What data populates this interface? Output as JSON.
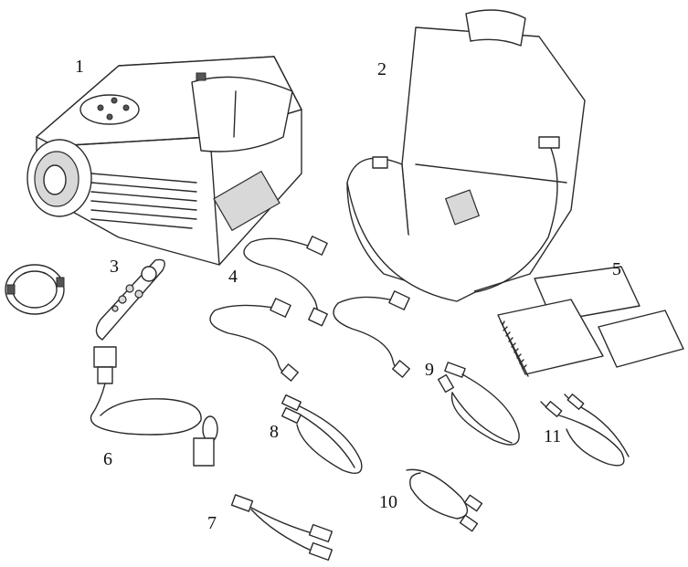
{
  "items": [
    {
      "label": "1",
      "icon": "projector-icon"
    },
    {
      "label": "2",
      "icon": "carrying-case-icon"
    },
    {
      "label": "3",
      "icon": "remote-control-icon"
    },
    {
      "label": "4",
      "icon": "power-cords-icon"
    },
    {
      "label": "5",
      "icon": "documentation-icon"
    },
    {
      "label": "6",
      "icon": "vga-cable-icon"
    },
    {
      "label": "7",
      "icon": "y-adapter-cable-icon"
    },
    {
      "label": "8",
      "icon": "rca-audio-cable-icon"
    },
    {
      "label": "9",
      "icon": "composite-video-cable-icon"
    },
    {
      "label": "10",
      "icon": "s-video-cable-icon"
    },
    {
      "label": "11",
      "icon": "mini-jack-audio-cable-icon"
    }
  ]
}
